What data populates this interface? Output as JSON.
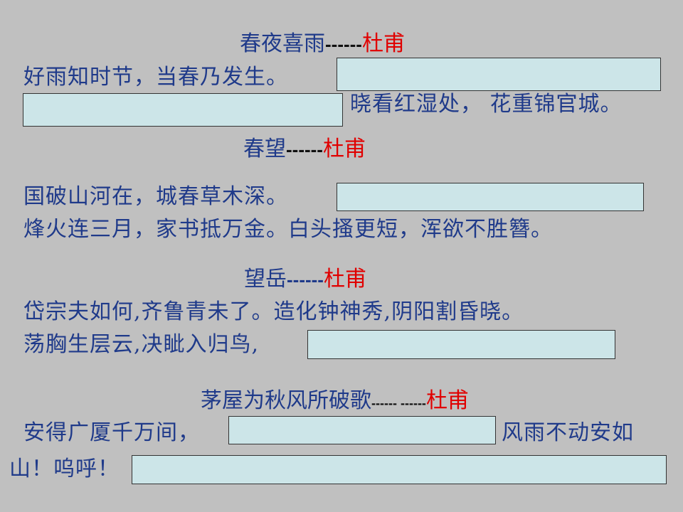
{
  "poems": [
    {
      "title": "春夜喜雨",
      "separator": "------",
      "author": "杜甫",
      "line1": "好雨知时节，当春乃发生。",
      "line2": "晓看红湿处，  花重锦官城。"
    },
    {
      "title": "春望",
      "separator": "------",
      "author": "杜甫",
      "line1": "国破山河在，城春草木深。",
      "line2": "烽火连三月，家书抵万金。白头搔更短，浑欲不胜簪。"
    },
    {
      "title": "望岳",
      "separator": "------",
      "author": "杜甫",
      "line1": "岱宗夫如何,齐鲁青未了。造化钟神秀,阴阳割昏晓。",
      "line2": "荡胸生层云,决眦入归鸟,"
    },
    {
      "title": "茅屋为秋风所破歌",
      "separator": "------ ------",
      "author": "杜甫",
      "line1a": "安得广厦千万间，",
      "line1b": "风雨不动安如",
      "line2": "山！呜呼！"
    }
  ]
}
